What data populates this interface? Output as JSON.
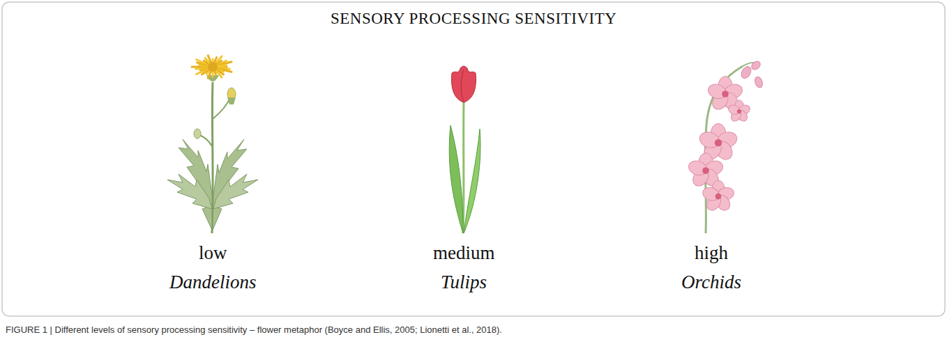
{
  "diagram": {
    "title": "SENSORY PROCESSING SENSITIVITY",
    "caption": "FIGURE 1 | Different levels of sensory processing sensitivity – flower metaphor (Boyce and Ellis, 2005; Lionetti et al., 2018).",
    "labels": [
      "low",
      "Dandelions",
      "medium",
      "Tulips",
      "high",
      "Orchids"
    ]
  }
}
